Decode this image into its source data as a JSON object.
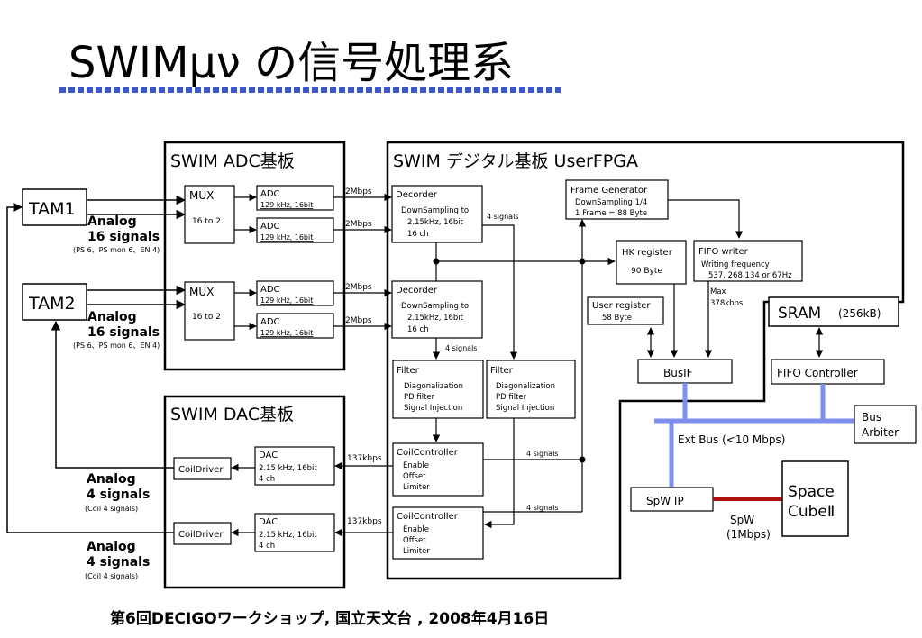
{
  "slide": {
    "title": "SWIMμν の信号処理系",
    "footer": "第6回DECIGOワークショップ,  国立天文台 , 2008年4月16日"
  },
  "colors": {
    "title_rule": "#3c58c8",
    "ext_bus": "#7f8ff0",
    "spw_link": "#b01010"
  },
  "diagram": {
    "adc_board": {
      "title": "SWIM ADC基板"
    },
    "dac_board": {
      "title": "SWIM DAC基板"
    },
    "fpga_board": {
      "title": "SWIM デジタル基板 UserFPGA"
    },
    "tam1": {
      "label": "TAM1",
      "signal_line1": "Analog",
      "signal_line2": "16 signals",
      "signal_note": "(PS 6、PS mon 6、EN 4)"
    },
    "tam2": {
      "label": "TAM2",
      "signal_line1": "Analog",
      "signal_line2": "16 signals",
      "signal_note": "(PS 6、PS mon 6、EN 4)"
    },
    "mux1": {
      "title": "MUX",
      "sub": "16 to 2"
    },
    "mux2": {
      "title": "MUX",
      "sub": "16 to 2"
    },
    "adc_title": "ADC",
    "adc_spec": "129 kHz, 16bit",
    "rate_adc": "2Mbps",
    "decoder1": {
      "title": "Decorder",
      "line1": "DownSampling to",
      "line2": "2.15kHz, 16bit",
      "line3": "16 ch"
    },
    "decoder2": {
      "title": "Decorder",
      "line1": "DownSampling to",
      "line2": "2.15kHz, 16bit",
      "line3": "16 ch"
    },
    "four_signals": "4 signals",
    "filter1": {
      "title": "Filter",
      "line1": "Diagonalization",
      "line2": "PD filter",
      "line3": "Signal Injection"
    },
    "filter2": {
      "title": "Filter",
      "line1": "Diagonalization",
      "line2": "PD filter",
      "line3": "Signal Injection"
    },
    "coil_ctrl1": {
      "title": "CoilController",
      "line1": "Enable",
      "line2": "Offset",
      "line3": "Limiter"
    },
    "coil_ctrl2": {
      "title": "CoilController",
      "line1": "Enable",
      "line2": "Offset",
      "line3": "Limiter"
    },
    "rate_dac": "137kbps",
    "dac1": {
      "title": "DAC",
      "line1": "2.15 kHz, 16bit",
      "line2": "4 ch"
    },
    "dac2": {
      "title": "DAC",
      "line1": "2.15 kHz, 16bit",
      "line2": "4 ch"
    },
    "coil_driver1": "CoilDriver",
    "coil_driver2": "CoilDriver",
    "dac_out1": {
      "line1": "Analog",
      "line2": "4 signals",
      "note": "(Coil 4 signals)"
    },
    "dac_out2": {
      "line1": "Analog",
      "line2": "4 signals",
      "note": "(Coil 4 signals)"
    },
    "frame_gen": {
      "title": "Frame Generator",
      "line1": "DownSampling 1/4",
      "line2": "1 Frame = 88 Byte"
    },
    "hk_register": {
      "title": "HK register",
      "line1": "90 Byte"
    },
    "fifo_writer": {
      "title": "FIFO writer",
      "line1": "Writing frequency",
      "line2": "537, 268,134 or 67Hz"
    },
    "max_rate": {
      "line1": "Max",
      "line2": "378kbps"
    },
    "user_register": {
      "title": "User register",
      "line1": "58 Byte"
    },
    "busif": "BusIF",
    "sram": {
      "label": "SRAM",
      "size": "(256kB)"
    },
    "fifo_ctrl": "FIFO Controller",
    "bus_arbiter": {
      "line1": "Bus",
      "line2": "Arbiter"
    },
    "ext_bus": "Ext Bus (<10 Mbps)",
    "spw_ip": "SpW IP",
    "spw_link": {
      "line1": "SpW",
      "line2": "(1Mbps)"
    },
    "space_cube": {
      "line1": "Space",
      "line2": "CubeⅡ"
    }
  }
}
